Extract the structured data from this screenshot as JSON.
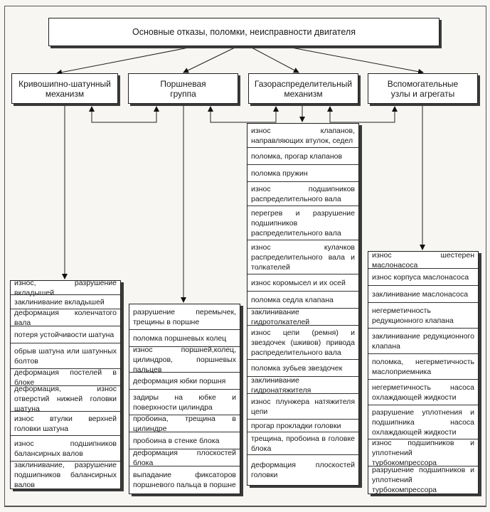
{
  "title": "Основные отказы, поломки, неисправности двигателя",
  "categories": [
    {
      "label_line1": "Кривошипно-шатунный",
      "label_line2": "механизм"
    },
    {
      "label_line1": "Поршневая",
      "label_line2": "группа"
    },
    {
      "label_line1": "Газораспределительный",
      "label_line2": "механизм"
    },
    {
      "label_line1": "Вспомогательные",
      "label_line2": "узлы и агрегаты"
    }
  ],
  "lists": {
    "crank": [
      "износ, разрушение вкладышей",
      "заклинивание вкладышей",
      "деформация коленчатого вала",
      "потеря устойчивости шатуна",
      "обрыв шатуна или шатунных болтов",
      "деформация постелей в блоке",
      "деформация, износ отверстий нижней головки шатуна",
      "износ втулки верхней головки шатуна",
      "износ подшипников балансирных валов",
      "заклинивание, разрушение подшипников балансирных валов"
    ],
    "piston": [
      "разрушение перемычек, трещины в поршне",
      "поломка поршневых колец",
      "износ поршней,колец, цилиндров, поршневых пальцев",
      "деформация юбки поршня",
      "задиры на юбке и поверхности цилиндра",
      "пробоина, трещина в цилиндре",
      "пробоина в стенке блока",
      "деформация плоскостей блока",
      "выпадание фиксаторов поршневого пальца в поршне"
    ],
    "valve": [
      "износ клапанов, направляющих втулок, седел",
      "поломка, прогар клапанов",
      "поломка пружин",
      "износ подшипников распределительного вала",
      "перегрев и разрушение подшипников распределительного вала",
      "износ кулачков распределительного вала и толкателей",
      "износ коромысел и их осей",
      "поломка седла клапана",
      "заклинивание гидротолкателей",
      "износ цепи (ремня) и звездочек (шкивов) привода распределительного вала",
      "поломка зубьев звездочек",
      "заклинивание гидронатяжителя",
      "износ плунжера натяжителя цепи",
      "прогар прокладки головки",
      "трещина, пробоина в головке блока",
      "деформация плоскостей головки"
    ],
    "aux": [
      "износ шестерен маслонасоса",
      "износ корпуса маслонасоса",
      "заклинивание маслонасоса",
      "негерметичность редукционного клапана",
      "заклинивание редукционного клапана",
      "поломка, негерметичность маслоприемника",
      "негерметичность насоса охлаждающей жидкости",
      "разрушение уплотнения и подшипника насоса охлаждающей жидкости",
      "износ подшипников и уплотнений турбокомпрессора",
      "разрушение подшипников и уплотнений турбокомпрессора"
    ]
  }
}
